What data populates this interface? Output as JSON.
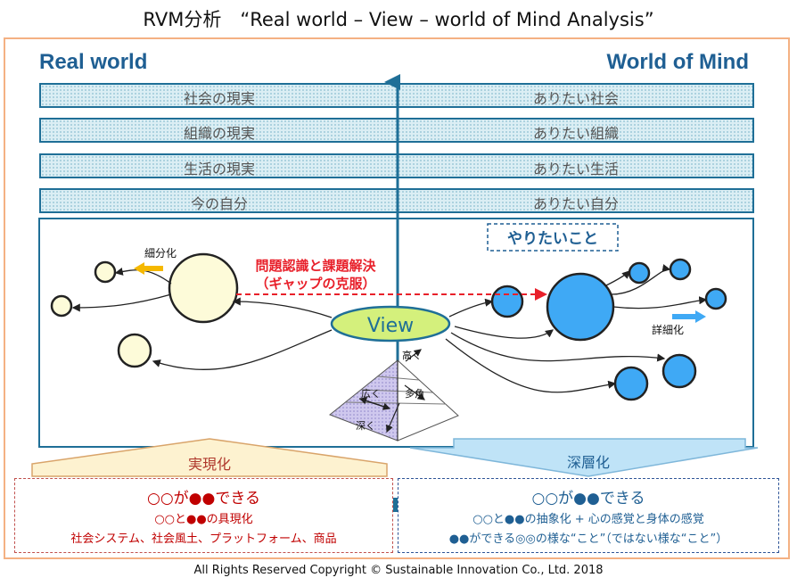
{
  "title": "RVM分析　“Real world – View – world of Mind Analysis”",
  "header": {
    "left": "Real world",
    "right": "World of Mind"
  },
  "bands": [
    {
      "left": "社会の現実",
      "right": "ありたい社会"
    },
    {
      "left": "組織の現実",
      "right": "ありたい組織"
    },
    {
      "left": "生活の現実",
      "right": "ありたい生活"
    },
    {
      "left": "今の自分",
      "right": "ありたい自分"
    }
  ],
  "diagram": {
    "center": "View",
    "want": "やりたいこと",
    "gap_line1": "問題認識と課題解決",
    "gap_line2": "（ギャップの克服）",
    "subdivide": "細分化",
    "detail": "詳細化",
    "pyramid_high": "高く",
    "pyramid_wide": "広く",
    "pyramid_many": "多角",
    "pyramid_deep": "深く"
  },
  "realize": {
    "arrow_label": "実現化",
    "line1": "○○が●●できる",
    "line2": "○○と●●の具現化",
    "line3": "社会システム、社会風土、プラットフォーム、商品"
  },
  "deepen": {
    "arrow_label": "深層化",
    "line1": "○○が●●できる",
    "line2": "○○と●●の抽象化 + 心の感覚と身体の感覚",
    "line3": "●●ができる◎◎の様な“こと”（ではない様な“こと”）"
  },
  "footer": "All Rights Reserved Copyright  © Sustainable Innovation  Co., Ltd.  2018",
  "colors": {
    "accent": "#1f5f93",
    "red": "#e8202a",
    "bubble_left": "#fdfbd9",
    "bubble_right": "#3fa9f5",
    "view": "#d4f07c"
  }
}
